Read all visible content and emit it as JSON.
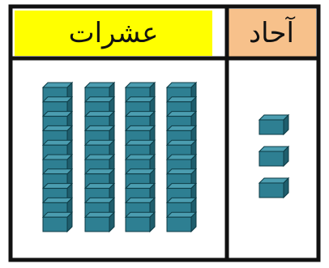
{
  "headers": {
    "tens_label": "عشرات",
    "ones_label": "آحاد"
  },
  "blocks": {
    "tens_rods": 4,
    "cubes_per_rod": 10,
    "ones_units": 3
  },
  "colors": {
    "tens_header_bg": "#FFFF00",
    "ones_header_bg": "#F7C18B",
    "block_face": "#2E7F92",
    "block_top": "#4B9DB0",
    "block_side": "#1F5E6D",
    "border": "#111111"
  }
}
